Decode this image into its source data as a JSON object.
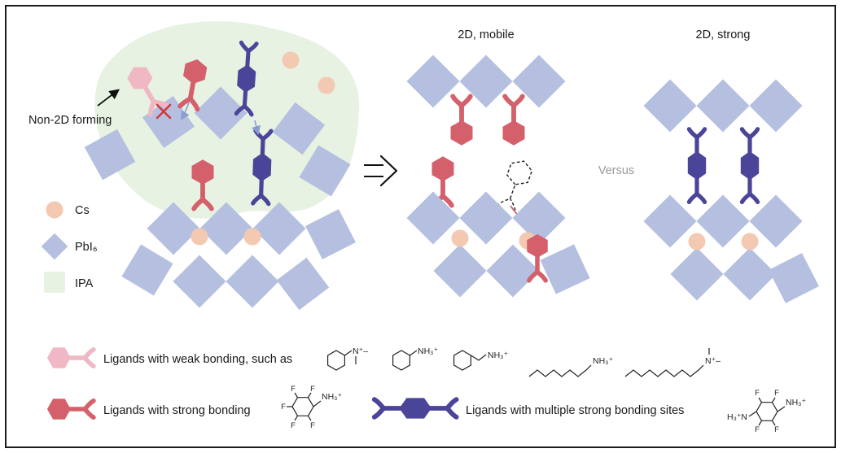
{
  "figure": {
    "non2d_label": "Non-2D forming",
    "mobile_title": "2D, mobile",
    "strong_title": "2D, strong",
    "versus": "Versus"
  },
  "legend": {
    "cs": "Cs",
    "pbi6": "PbI₆",
    "ipa": "IPA"
  },
  "captions": {
    "weak": "Ligands with weak bonding, such as",
    "strong": "Ligands with strong bonding",
    "multi": "Ligands with multiple strong bonding sites"
  },
  "chem": {
    "nplus": "N⁺–",
    "nh3": "NH₃⁺",
    "h3n": "H₃⁺N",
    "f": "F"
  },
  "colors": {
    "pbi6_diamond": "#b5c0e0",
    "cs_circle": "#f3c9b1",
    "ipa_blob": "#e7f2e2",
    "weak_ligand": "#f0b7c4",
    "strong_ligand": "#d4606c",
    "multi_ligand": "#4b4599",
    "versus_text": "#9a9a9a",
    "guide_arrow": "#8c9cd2",
    "cross_red": "#d23a3a",
    "text_dark": "#1a1a1a"
  }
}
